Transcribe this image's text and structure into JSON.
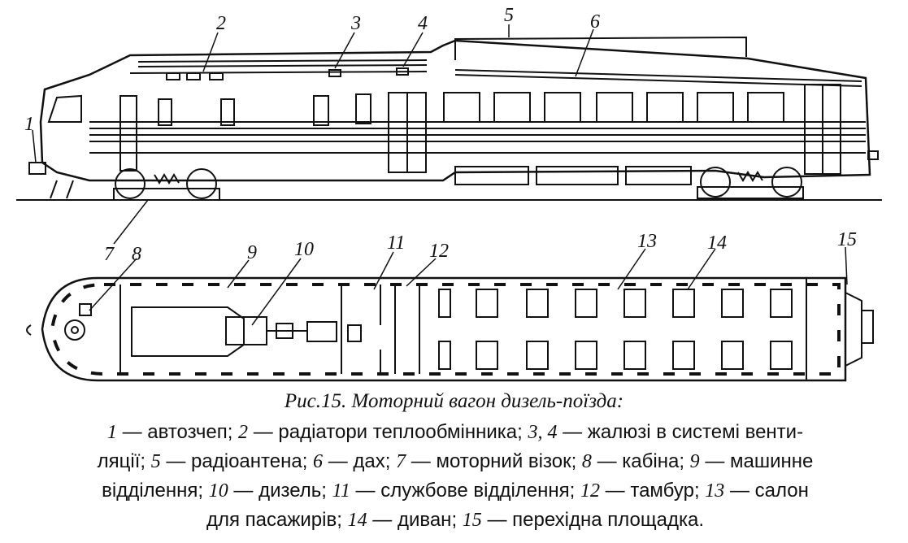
{
  "figure": {
    "title": "Рис.15. Моторний вагон дизель-поїзда:",
    "callouts": [
      "1",
      "2",
      "3",
      "4",
      "5",
      "6",
      "7",
      "8",
      "9",
      "10",
      "11",
      "12",
      "13",
      "14",
      "15"
    ]
  },
  "legend": [
    {
      "n": "1",
      "text": "автозчеп"
    },
    {
      "n": "2",
      "text": "радіатори теплообмінника"
    },
    {
      "n": "3, 4",
      "text": "жалюзі в системі вентиляції"
    },
    {
      "n": "5",
      "text": "радіоантена"
    },
    {
      "n": "6",
      "text": "дах"
    },
    {
      "n": "7",
      "text": "моторний візок"
    },
    {
      "n": "8",
      "text": "кабіна"
    },
    {
      "n": "9",
      "text": "машинне відділення"
    },
    {
      "n": "10",
      "text": "дизель"
    },
    {
      "n": "11",
      "text": "службове відділення"
    },
    {
      "n": "12",
      "text": "тамбур"
    },
    {
      "n": "13",
      "text": "салон для пасажирів"
    },
    {
      "n": "14",
      "text": "диван"
    },
    {
      "n": "15",
      "text": "перехідна площадка"
    }
  ]
}
